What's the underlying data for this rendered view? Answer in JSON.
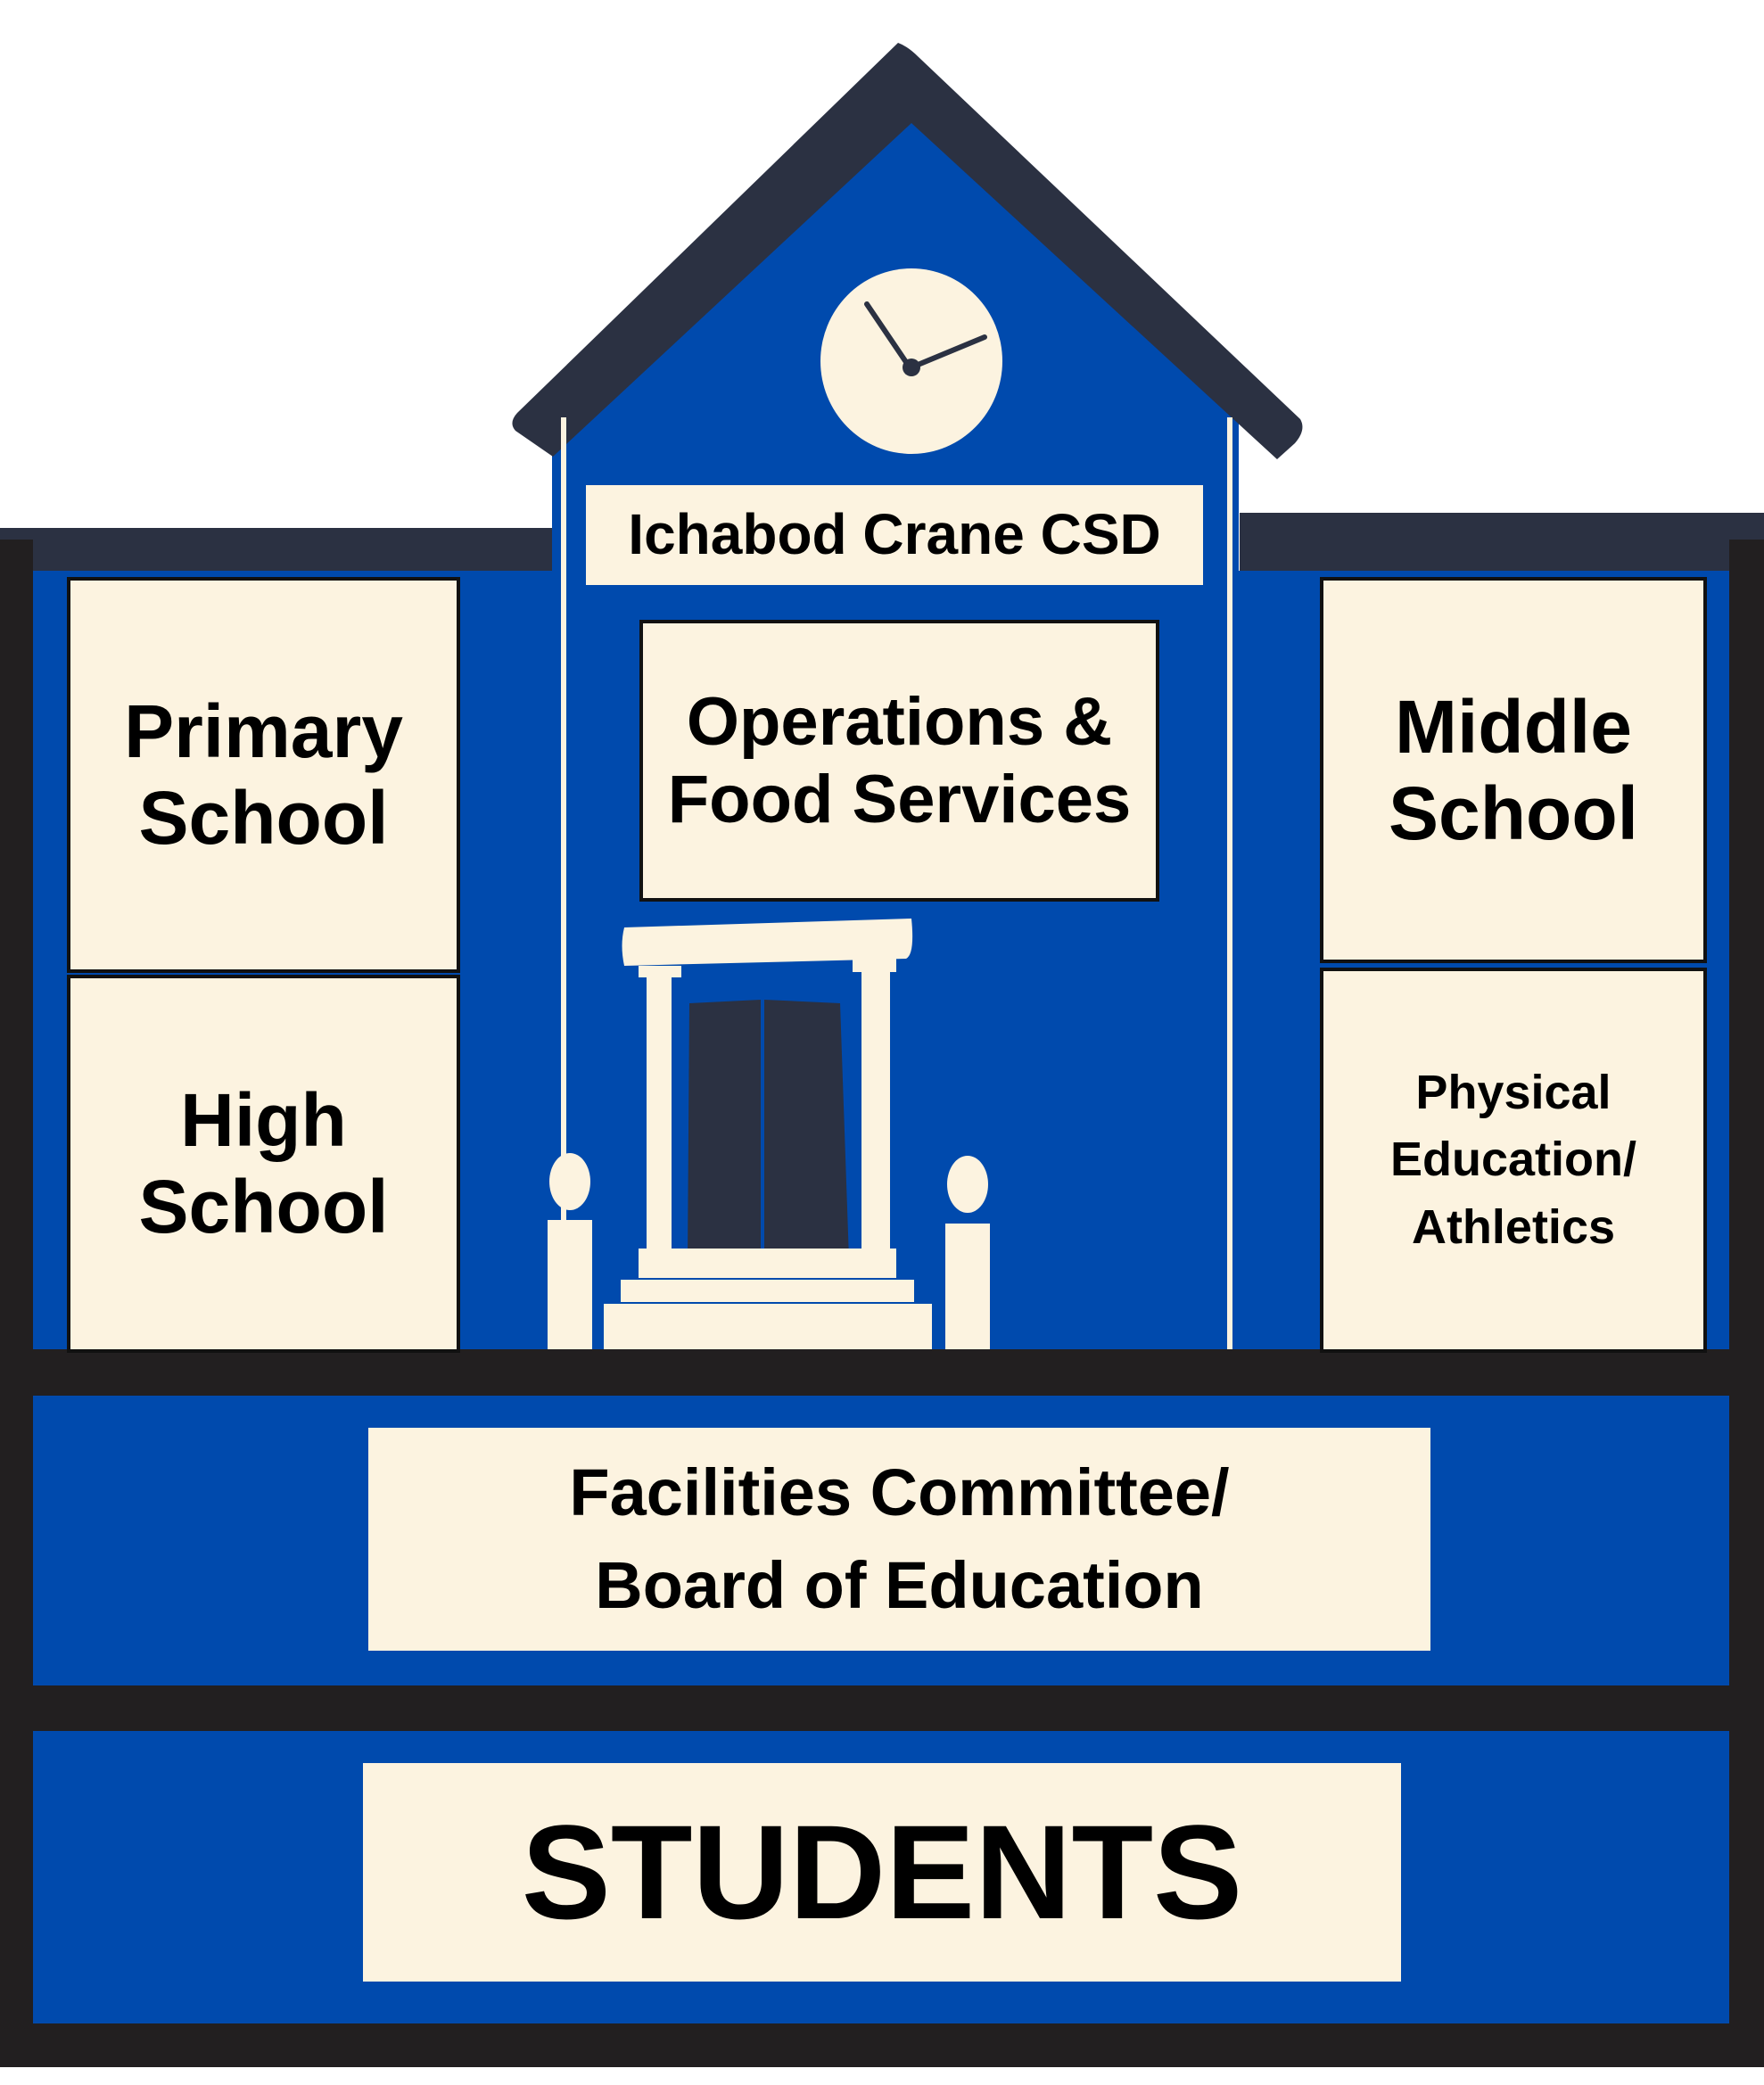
{
  "title": "Ichabod Crane CSD",
  "departments": {
    "primary": "Primary\nSchool",
    "operations": "Operations &\nFood Services",
    "middle": "Middle\nSchool",
    "high": "High\nSchool",
    "physical_education": "Physical\nEducation/\nAthletics"
  },
  "facilities": "Facilities Committee/\nBoard of Education",
  "foundation": "STUDENTS",
  "colors": {
    "blue": "#004aad",
    "roof": "#2b3142",
    "cream": "#fcf3e0",
    "wall": "#221f20"
  }
}
